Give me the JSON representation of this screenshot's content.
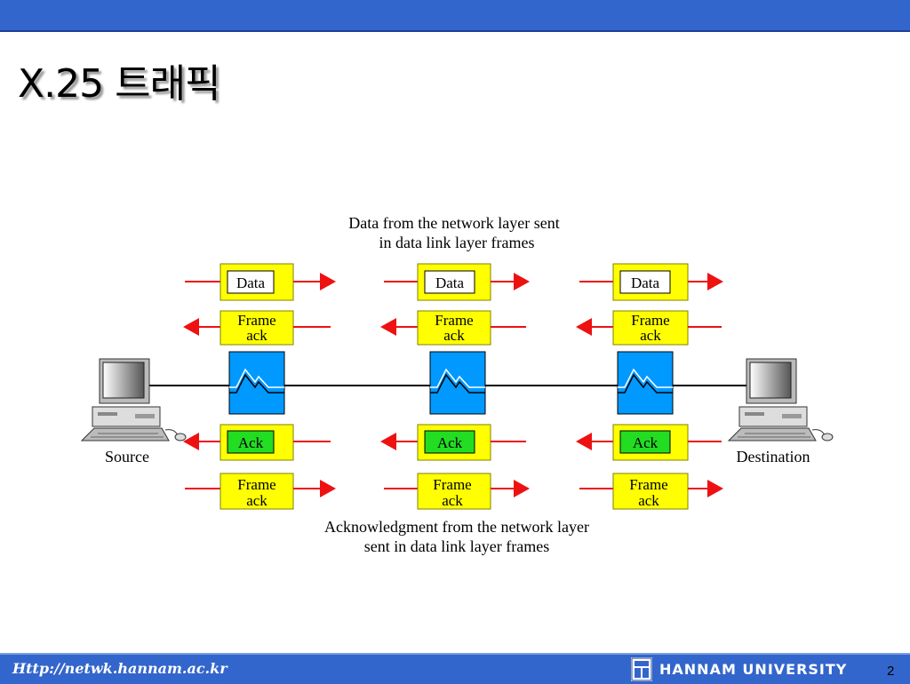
{
  "slide": {
    "title": "X.25 트래픽",
    "footer_url": "Http://netwk.hannam.ac.kr",
    "footer_university": "HANNAM UNIVERSITY",
    "page_number": "2",
    "logo_text": "HANNAM"
  },
  "diagram": {
    "top_caption_line1": "Data from the network layer sent",
    "top_caption_line2": "in data link layer frames",
    "bottom_caption_line1": "Acknowledgment from the network layer",
    "bottom_caption_line2": "sent in data link layer frames",
    "source_label": "Source",
    "destination_label": "Destination",
    "data_label": "Data",
    "ack_label": "Ack",
    "frame_line1": "Frame",
    "frame_line2": "ack",
    "colors": {
      "frame_yellow": "#ffff00",
      "frame_border": "#808000",
      "ack_green": "#22dd22",
      "switch_blue": "#0099ff",
      "arrow_red": "#ee1111",
      "bar_blue": "#3366cc"
    }
  }
}
